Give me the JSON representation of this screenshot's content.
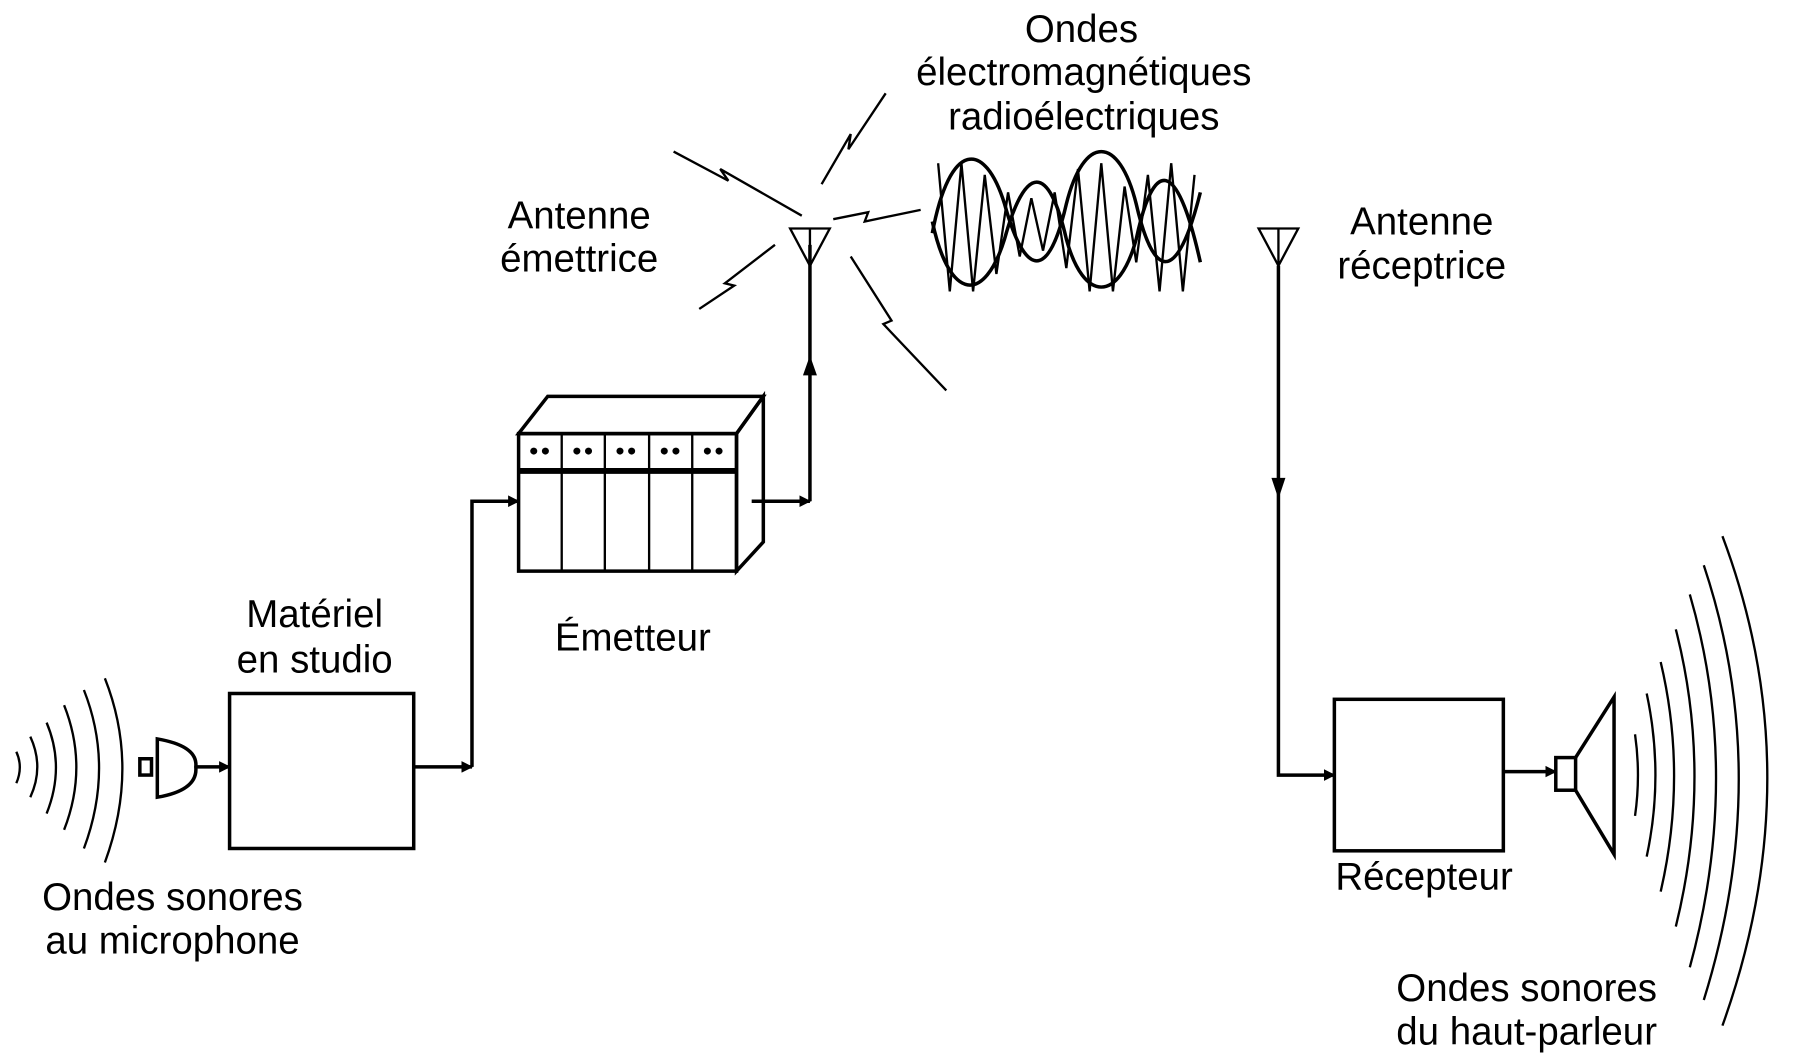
{
  "labels": {
    "ondes_em_line1": "Ondes",
    "ondes_em_line2": "électromagnétiques",
    "ondes_em_line3": "radioélectriques",
    "antenne_emettrice_line1": "Antenne",
    "antenne_emettrice_line2": "émettrice",
    "antenne_receptrice_line1": "Antenne",
    "antenne_receptrice_line2": "réceptrice",
    "materiel_line1": "Matériel",
    "materiel_line2": "en studio",
    "emetteur": "Émetteur",
    "recepteur": "Récepteur",
    "ondes_micro_line1": "Ondes sonores",
    "ondes_micro_line2": "au microphone",
    "ondes_hp_line1": "Ondes sonores",
    "ondes_hp_line2": "du haut-parleur"
  },
  "colors": {
    "ink": "#000000",
    "background": "#ffffff"
  }
}
